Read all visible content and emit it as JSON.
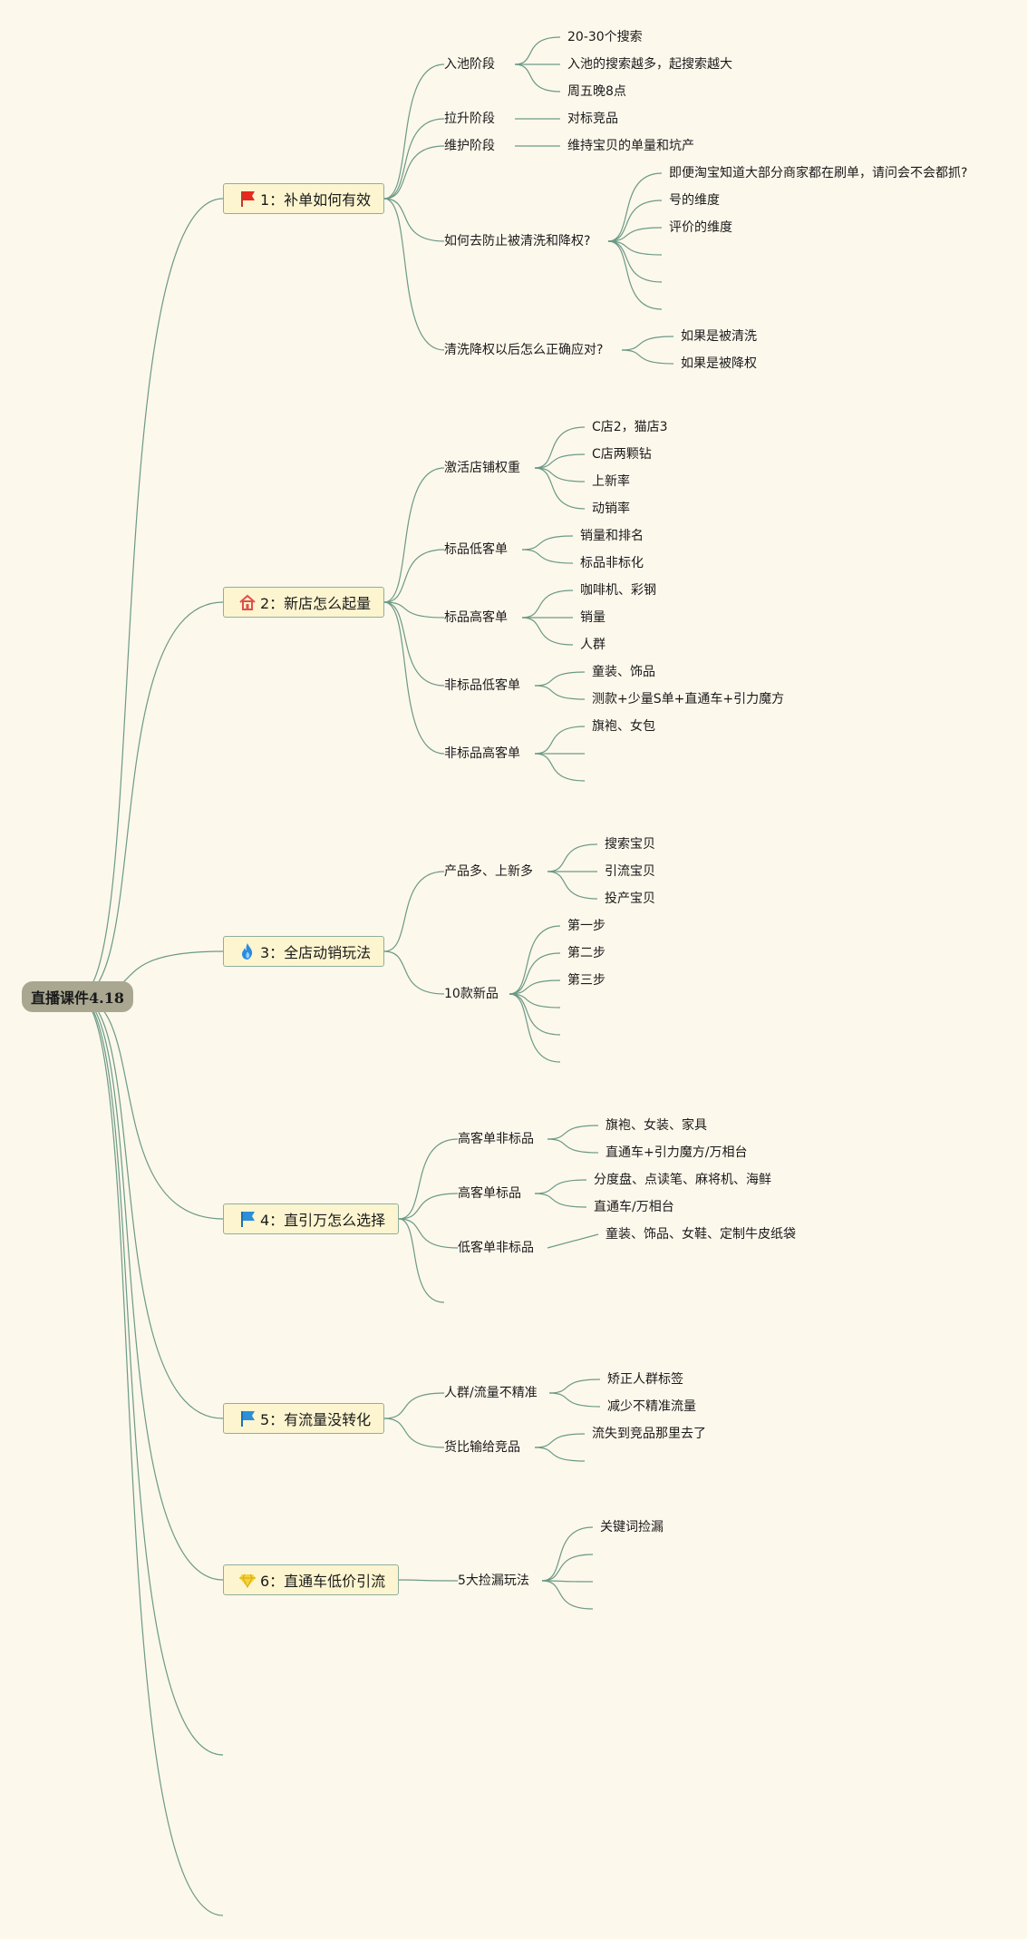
{
  "root": {
    "label": "直播课件4.18"
  },
  "topics": [
    {
      "label": "1：补单如何有效",
      "icon": "red-flag-icon",
      "children": [
        {
          "label": "入池阶段",
          "children": [
            "20-30个搜索",
            "入池的搜索越多，起搜索越大",
            "周五晚8点"
          ]
        },
        {
          "label": "拉升阶段",
          "children": [
            "对标竞品"
          ]
        },
        {
          "label": "维护阶段",
          "children": [
            "维持宝贝的单量和坑产"
          ]
        },
        {
          "label": "如何去防止被清洗和降权?",
          "children": [
            "即便淘宝知道大部分商家都在刷单，请问会不会都抓?",
            "号的维度",
            "评价的维度",
            "",
            "",
            ""
          ]
        },
        {
          "label": "清洗降权以后怎么正确应对?",
          "children": [
            "如果是被清洗",
            "如果是被降权"
          ]
        }
      ]
    },
    {
      "label": "2：新店怎么起量",
      "icon": "home-icon",
      "children": [
        {
          "label": "激活店铺权重",
          "children": [
            "C店2，猫店3",
            "C店两颗钻",
            "上新率",
            "动销率"
          ]
        },
        {
          "label": "标品低客单",
          "children": [
            "销量和排名",
            "标品非标化"
          ]
        },
        {
          "label": "标品高客单",
          "children": [
            "咖啡机、彩钢",
            "销量",
            "人群"
          ]
        },
        {
          "label": "非标品低客单",
          "children": [
            "童装、饰品",
            "测款+少量S单+直通车+引力魔方"
          ]
        },
        {
          "label": "非标品高客单",
          "children": [
            "旗袍、女包",
            "",
            ""
          ]
        }
      ]
    },
    {
      "label": "3：全店动销玩法",
      "icon": "fire-icon",
      "children": [
        {
          "label": "产品多、上新多",
          "children": [
            "搜索宝贝",
            "引流宝贝",
            "投产宝贝"
          ]
        },
        {
          "label": "10款新品",
          "children": [
            "第一步",
            "第二步",
            "第三步",
            "",
            "",
            ""
          ]
        }
      ]
    },
    {
      "label": "4：直引万怎么选择",
      "icon": "blue-flag-icon",
      "children": [
        {
          "label": "高客单非标品",
          "children": [
            "旗袍、女装、家具",
            "直通车+引力魔方/万相台"
          ]
        },
        {
          "label": "高客单标品",
          "children": [
            "分度盘、点读笔、麻将机、海鲜",
            "直通车/万相台"
          ]
        },
        {
          "label": "低客单非标品",
          "children": [
            "童装、饰品、女鞋、定制牛皮纸袋"
          ]
        },
        {
          "label": "",
          "children": []
        }
      ]
    },
    {
      "label": "5：有流量没转化",
      "icon": "blue-flag-icon",
      "children": [
        {
          "label": "人群/流量不精准",
          "children": [
            "矫正人群标签",
            "减少不精准流量"
          ]
        },
        {
          "label": "货比输给竞品",
          "children": [
            "流失到竞品那里去了",
            ""
          ]
        }
      ]
    },
    {
      "label": "6：直通车低价引流",
      "icon": "diamond-icon",
      "children": [
        {
          "label": "5大捡漏玩法",
          "children": [
            "关键词捡漏",
            "",
            "",
            ""
          ]
        }
      ]
    }
  ],
  "colors": {
    "link": "#6b9a86",
    "topic_bg": "#fdf5d0",
    "root_bg": "#aaa791",
    "background": "#fdf8ec"
  }
}
